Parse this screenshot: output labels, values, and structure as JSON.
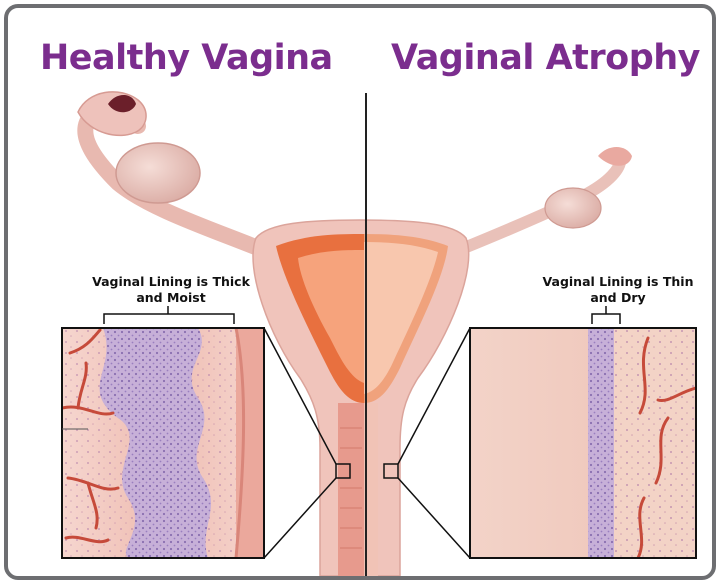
{
  "titles": {
    "left": "Healthy Vagina",
    "right": "Vaginal Atrophy"
  },
  "callouts": {
    "left_line1": "Vaginal Lining is Thick",
    "left_line2": "and Moist",
    "right_line1": "Vaginal Lining is Thin",
    "right_line2": "and Dry"
  },
  "colors": {
    "title": "#7b2d8e",
    "frame": "#6d6e71",
    "tissue": "#f2c6bd",
    "uterus_lining": "#e8703f",
    "epithelium": "#a98bc4"
  }
}
